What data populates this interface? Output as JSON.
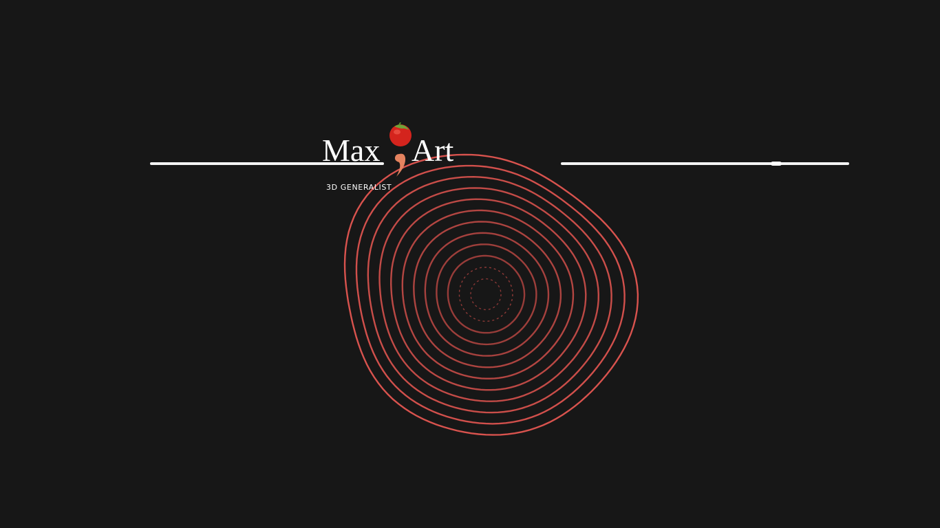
{
  "logo": {
    "word_left": "Max",
    "word_right": "Art",
    "tagline": "3D GENERALIST",
    "mark_icon": "tomato-comma-icon"
  },
  "colors": {
    "background": "#171717",
    "line": "#f4f4f4",
    "ring": "#d9534e",
    "ring_inner": "#7a3230",
    "tomato": "#d4241d",
    "tomato_leaf": "#6fa339",
    "comma": "#e5835f",
    "text": "#ffffff"
  },
  "decor": {
    "rings_icon": "concentric-rings-icon",
    "divider_icon": "horizontal-line"
  }
}
